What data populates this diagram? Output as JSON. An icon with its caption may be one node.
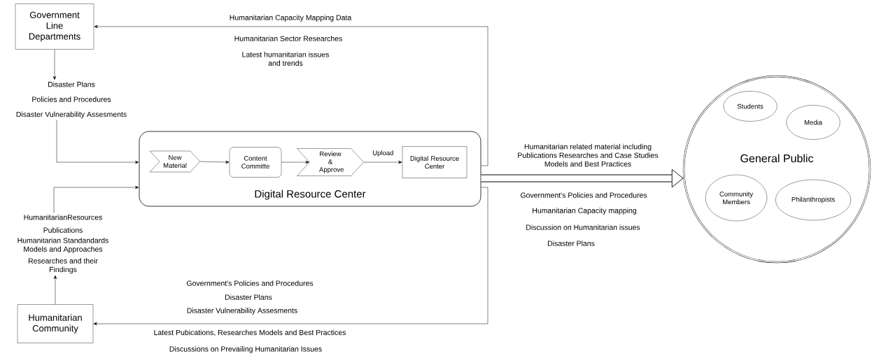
{
  "diagram": {
    "nodes": [
      {
        "text": [
          "Government Line Departments"
        ]
      },
      {
        "text": [
          "Digital Resource Center"
        ]
      },
      {
        "text": [
          "New Material"
        ],
        "in": 1
      },
      {
        "text": [
          "Content Committe"
        ],
        "in": 1
      },
      {
        "text": [
          "Review & Approve"
        ],
        "in": 1
      },
      {
        "text": [
          "Digital Resource Center"
        ],
        "in": 1
      },
      {
        "text": [
          "Humanitarian Community"
        ]
      },
      {
        "text": [
          "General Public"
        ]
      },
      {
        "text": [
          "Students"
        ],
        "in": 7
      },
      {
        "text": [
          "Media"
        ],
        "in": 7
      },
      {
        "text": [
          "Community Members"
        ],
        "in": 7
      },
      {
        "text": [
          "Philanthropists"
        ],
        "in": 7
      },
      {
        "text": [
          "Disaster Plans",
          "Policies and Procedures",
          "Disaster Vulnerability Assesments"
        ]
      },
      {
        "text": [
          "HumanitarianResources",
          "Publications",
          "Humanitarian Standandards Models and Approaches",
          "Researches and their Findings"
        ]
      }
    ],
    "edges": [
      {
        "from": 0,
        "to": 12,
        "arrow": "to"
      },
      {
        "from": 12,
        "to": 1,
        "arrow": "to"
      },
      {
        "from": 1,
        "to": 0,
        "arrow": "to"
      },
      {
        "from": 6,
        "to": 13,
        "arrow": "to"
      },
      {
        "from": 13,
        "to": 1,
        "arrow": "to"
      },
      {
        "from": 1,
        "to": 6,
        "arrow": "to"
      },
      {
        "from": 1,
        "to": 7,
        "arrow": "to",
        "style": "thick"
      },
      {
        "from": 2,
        "to": 3,
        "arrow": "to"
      },
      {
        "from": 3,
        "to": 4,
        "arrow": "to"
      },
      {
        "from": 4,
        "to": 5,
        "arrow": "to",
        "label": "Upload"
      }
    ],
    "labels": [
      "Humanitarian Capacity Mapping Data",
      "Humanitarian Sector Researches",
      "Latest humanitarian issues and trends",
      "Humanitarian related material including Publications Researches and Case Studies Models and Best Practices",
      "Government's Policies and Procedures",
      "Humanitarian Capacity mapping",
      "Discussion on Humanitarian issues",
      "Disaster Plans",
      "Government's Policies and Procedures",
      "Disaster Plans",
      "Disaster Vulnerability Assesments",
      "Latest Pubications, Researches Models and Best Practices",
      "Discussions on Prevailing Humanitarian Issues"
    ]
  }
}
